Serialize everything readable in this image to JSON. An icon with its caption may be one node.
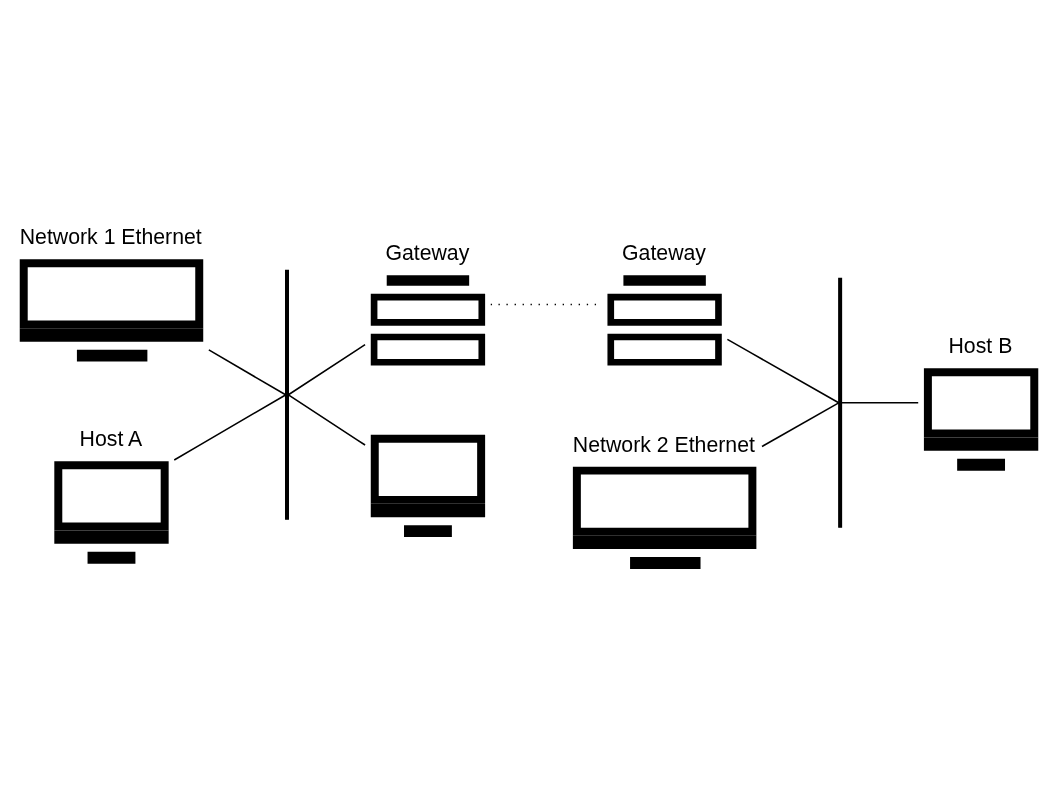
{
  "diagram": {
    "nodes": [
      {
        "text": [],
        "shape": "computer",
        "beside": [
          "Network 1 Ethernet"
        ]
      },
      {
        "text": [],
        "shape": "computer",
        "beside": [
          "Network 2 Ethernet"
        ]
      },
      {
        "text": [],
        "shape": "computer",
        "beside": [
          "Host A"
        ]
      },
      {
        "text": [],
        "shape": "bar"
      },
      {
        "text": [],
        "shape": "server",
        "beside": [
          "Gateway"
        ]
      },
      {
        "text": [],
        "shape": "server",
        "beside": [
          "Gateway"
        ]
      },
      {
        "text": [],
        "shape": "bar"
      },
      {
        "text": [],
        "shape": "computer"
      },
      {
        "text": [],
        "shape": "computer",
        "beside": [
          "Host B"
        ]
      }
    ],
    "edges": [
      {
        "from": 0,
        "to": 3,
        "arrow": "none"
      },
      {
        "from": 2,
        "to": 3,
        "arrow": "none"
      },
      {
        "from": 3,
        "to": 4,
        "arrow": "none"
      },
      {
        "from": 3,
        "to": 7,
        "arrow": "none"
      },
      {
        "from": 4,
        "to": 5,
        "arrow": "none",
        "style": "dashed"
      },
      {
        "from": 5,
        "to": 6,
        "arrow": "none"
      },
      {
        "from": 1,
        "to": 6,
        "arrow": "none"
      },
      {
        "from": 6,
        "to": 8,
        "arrow": "none"
      }
    ]
  }
}
